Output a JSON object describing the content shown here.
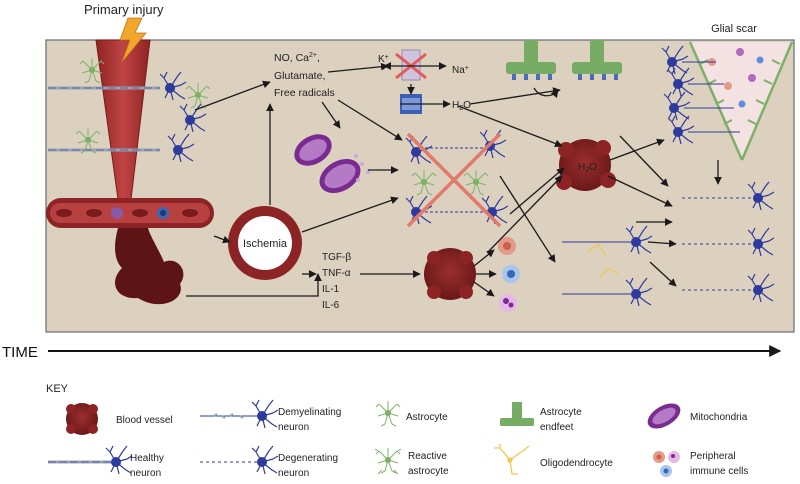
{
  "title": "Primary injury",
  "glial_scar": "Glial scar",
  "time_label": "TIME",
  "mediators": {
    "line1": "NO, Ca",
    "line1_sup": "2+",
    "line1_tail": ",",
    "line2": "Glutamate,",
    "line3": "Free radicals"
  },
  "ions": {
    "k": "K",
    "na": "Na",
    "plus": "+",
    "water": "H",
    "water_sub": "2",
    "water_tail": "O"
  },
  "ischemia": "Ischemia",
  "cytokines": [
    "TGF-β",
    "TNF-α",
    "IL-1",
    "IL-6"
  ],
  "key": {
    "title": "KEY",
    "blood_vessel": "Blood vessel",
    "demyelinating": [
      "Demyelinating",
      "neuron"
    ],
    "astrocyte": "Astrocyte",
    "endfeet": [
      "Astrocyte",
      "endfeet"
    ],
    "mitochondria": "Mitochondria",
    "healthy": [
      "Healthy",
      "neuron"
    ],
    "degenerating": [
      "Degenerating",
      "neuron"
    ],
    "reactive": [
      "Reactive",
      "astrocyte"
    ],
    "oligodendrocyte": "Oligodendrocyte",
    "immune": [
      "Peripheral",
      "immune cells"
    ]
  },
  "colors": {
    "panel": "#dcd0bf",
    "panel_border": "#6b6b6b",
    "injury": "#b53a3a",
    "vessel": "#8c2325",
    "vessel_dark": "#5c1414",
    "neuron": "#2e3a9c",
    "astrocyte": "#7fb36a",
    "endfeet": "#76ac63",
    "mito": "#7a2b8f",
    "oligo": "#f0c850",
    "arrow": "#1a1a1a"
  }
}
